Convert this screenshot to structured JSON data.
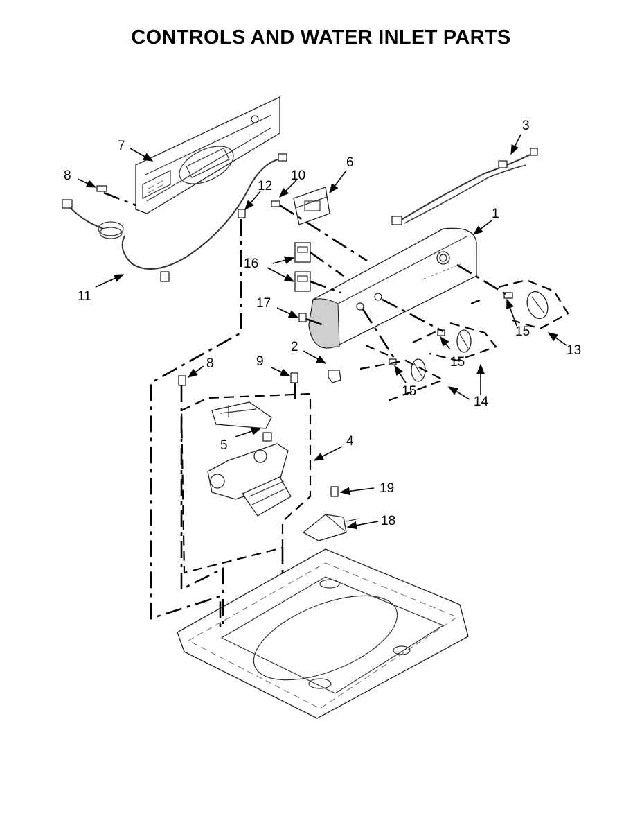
{
  "title": "CONTROLS AND WATER INLET PARTS",
  "callouts": {
    "c1": "1",
    "c2": "2",
    "c3": "3",
    "c4": "4",
    "c5": "5",
    "c6": "6",
    "c7": "7",
    "c8a": "8",
    "c8b": "8",
    "c9": "9",
    "c10": "10",
    "c11": "11",
    "c12": "12",
    "c13": "13",
    "c14": "14",
    "c15a": "15",
    "c15b": "15",
    "c15c": "15",
    "c16": "16",
    "c17": "17",
    "c18": "18",
    "c19": "19"
  }
}
